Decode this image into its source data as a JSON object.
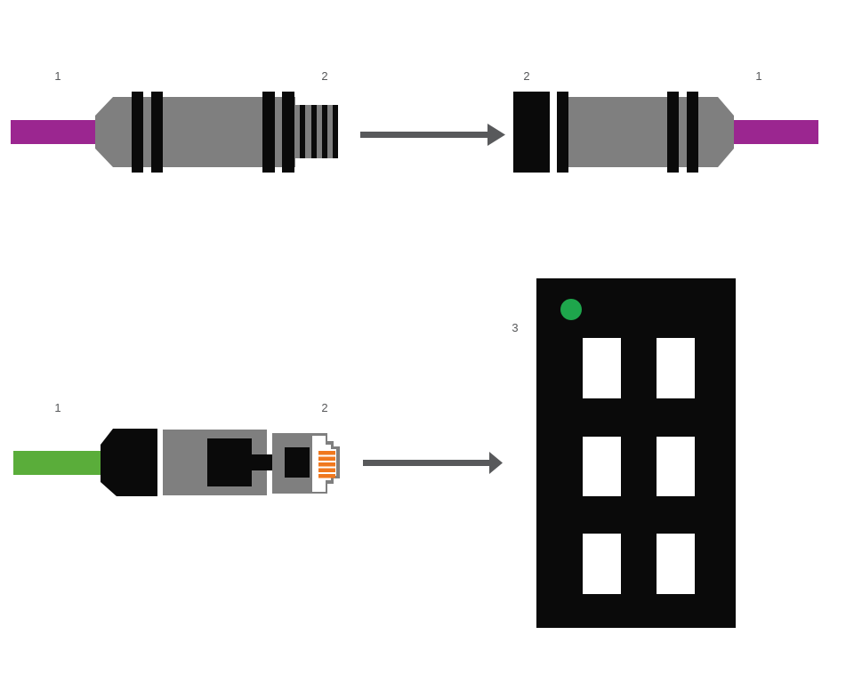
{
  "figure": {
    "top_row": {
      "left_connector": {
        "cable_label": "1",
        "tip_label": "2"
      },
      "right_connector": {
        "tip_label": "2",
        "cable_label": "1"
      }
    },
    "bottom_row": {
      "left_connector": {
        "cable_label": "1",
        "tip_label": "2"
      },
      "panel_label": "3"
    }
  },
  "colors": {
    "purple_cable": "#9b2690",
    "green_cable": "#5aad3a",
    "body_gray": "#7f7f7f",
    "part_black": "#0a0a0a",
    "arrow_gray": "#58595b",
    "label_gray": "#58595b",
    "led_green": "#1ea64c",
    "contact_orange": "#f0781e",
    "port_white": "#ffffff",
    "background": "#ffffff"
  }
}
